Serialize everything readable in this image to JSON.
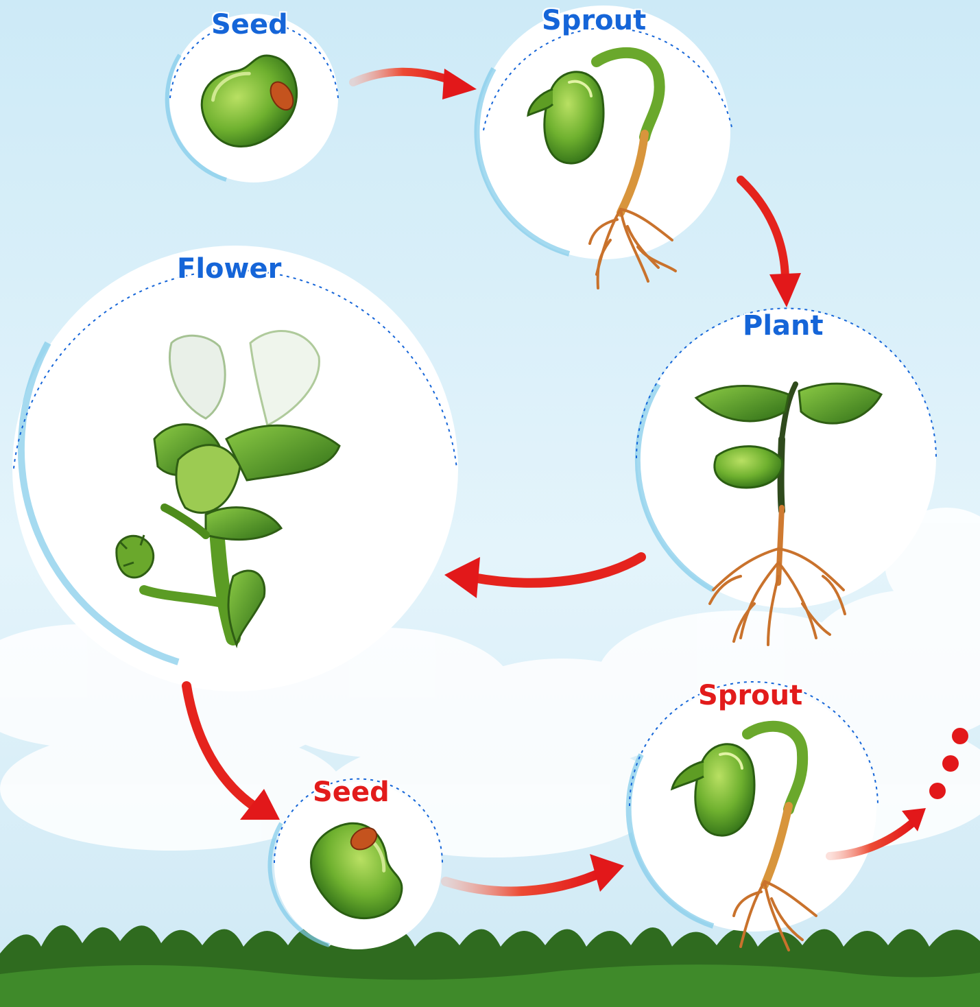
{
  "labels": {
    "seed_1": "Seed",
    "sprout_1": "Sprout",
    "flower": "Flower",
    "plant": "Plant",
    "seed_2": "Seed",
    "sprout_2": "Sprout"
  },
  "colors": {
    "label_blue": "#1565d8",
    "label_red": "#e21b1b",
    "arrow_red": "#e5231d",
    "sky": "#d6eef8",
    "grass": "#2f6b1f"
  },
  "icons": {
    "seed": "bean-seed-icon",
    "sprout": "sprouting-bean-icon",
    "plant": "seedling-plant-icon",
    "flower": "flowering-plant-icon",
    "continuation": "ellipsis-dots-icon"
  }
}
